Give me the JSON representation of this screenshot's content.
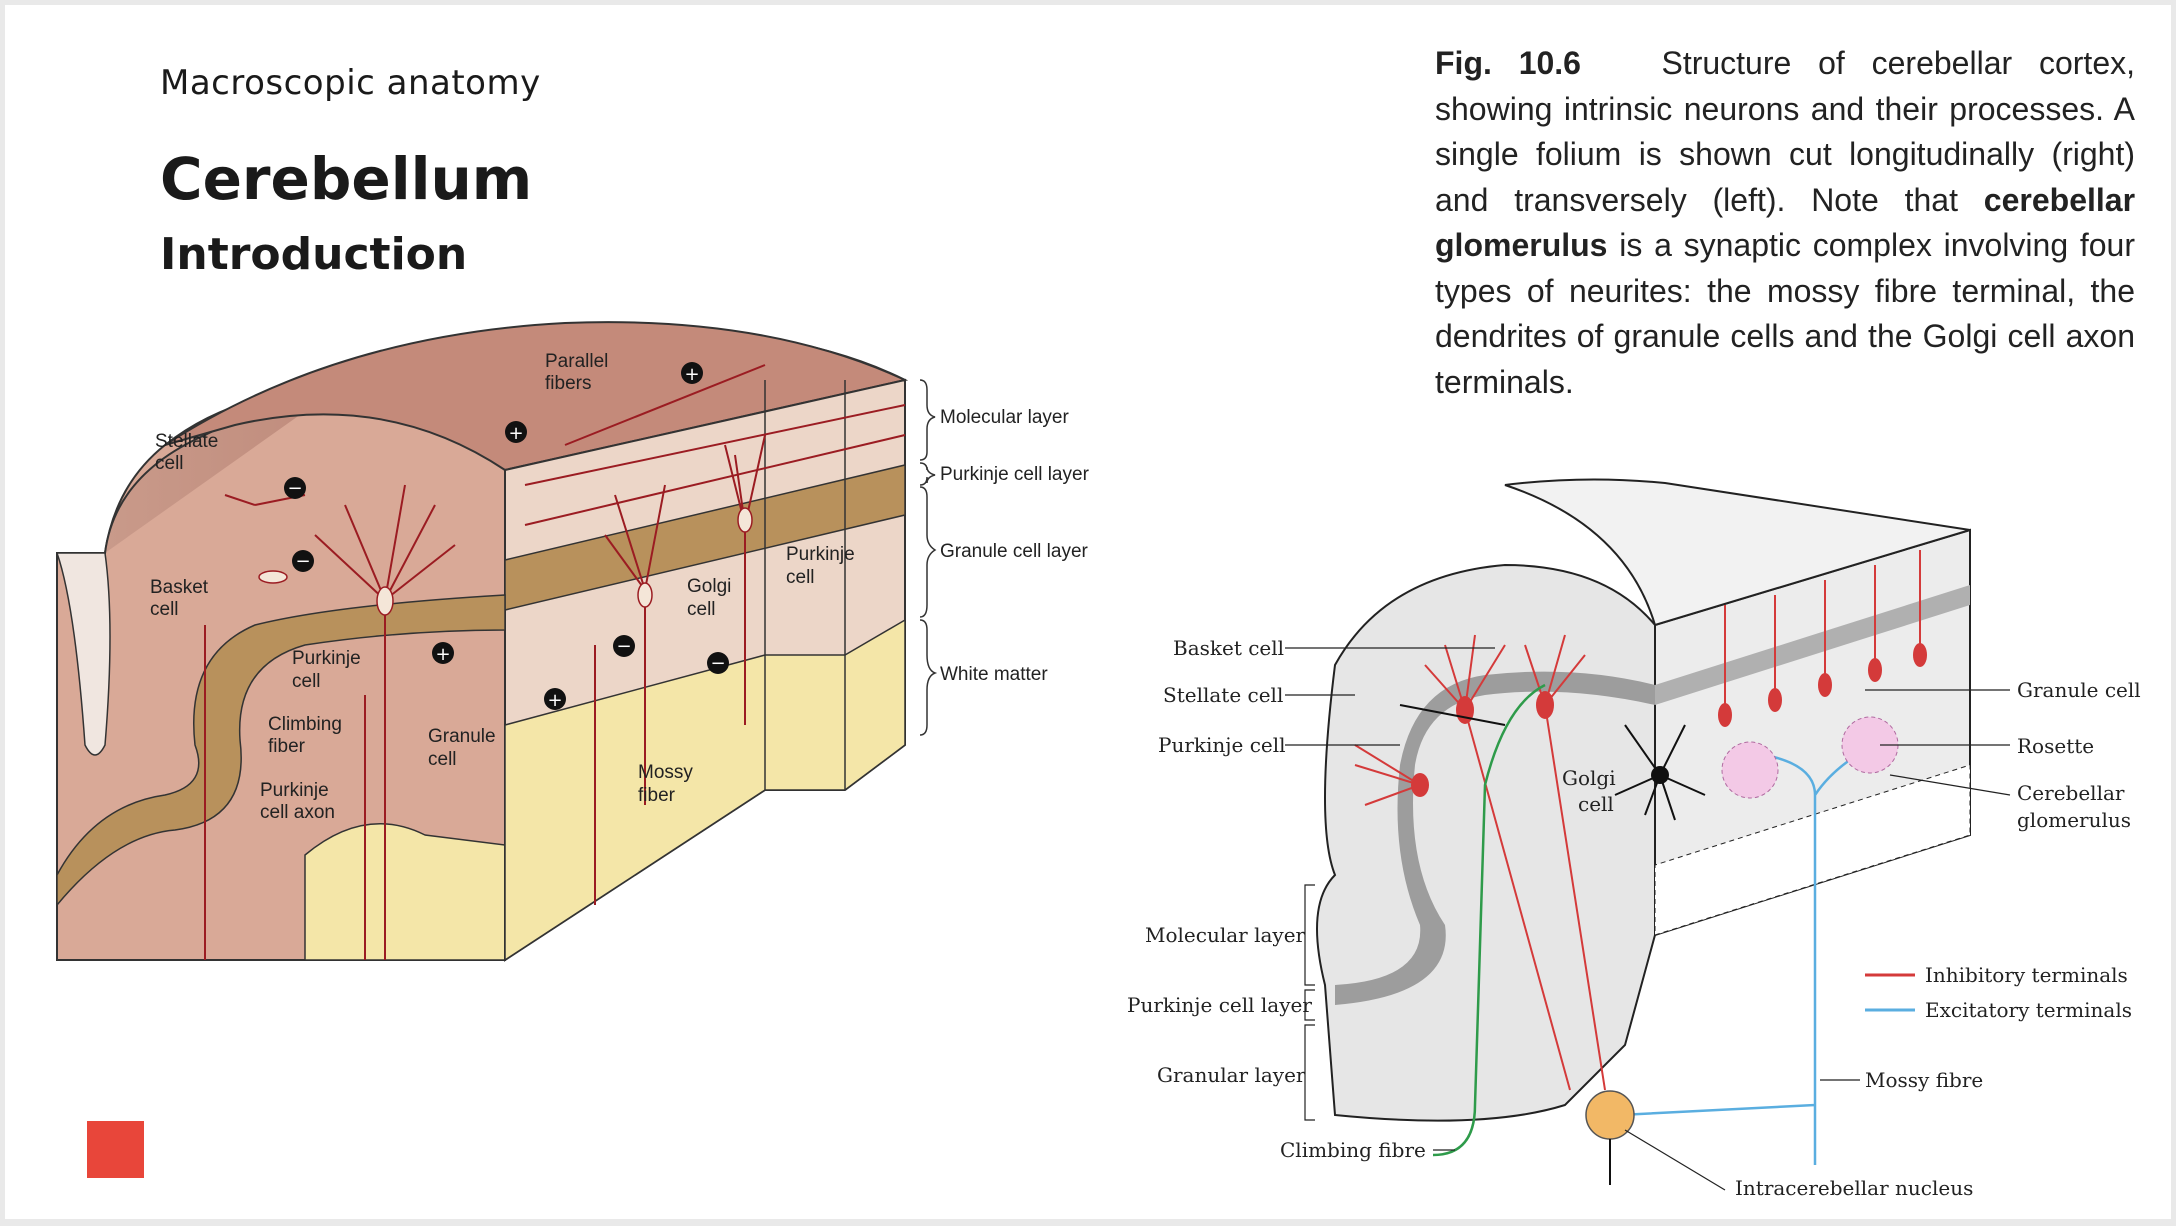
{
  "slide": {
    "subtitle": "Macroscopic anatomy",
    "title": "Cerebellum",
    "heading": "Introduction",
    "accent_color": "#e8463a"
  },
  "caption": {
    "fig_label": "Fig. 10.6",
    "text_part1": "Structure of cerebellar cortex, showing intrinsic neurons and their processes. A single folium is shown cut longitudinally (right) and transversely (left). Note that",
    "bold_term": "cerebellar glomerulus",
    "text_part2": "is a synaptic complex involving four types of neurites: the mossy fibre terminal, the dendrites of granule cells and the Golgi cell axon terminals."
  },
  "left_figure": {
    "labels": {
      "parallel_fibers": [
        "Parallel",
        "fibers"
      ],
      "stellate_cell": [
        "Stellate",
        "cell"
      ],
      "basket_cell": [
        "Basket",
        "cell"
      ],
      "purkinje_cell_a": [
        "Purkinje",
        "cell"
      ],
      "purkinje_cell_b": [
        "Purkinje",
        "cell"
      ],
      "golgi_cell": [
        "Golgi",
        "cell"
      ],
      "climbing_fiber": [
        "Climbing",
        "fiber"
      ],
      "granule_cell": [
        "Granule",
        "cell"
      ],
      "purkinje_cell_axon": [
        "Purkinje",
        "cell axon"
      ],
      "mossy_fiber": [
        "Mossy",
        "fiber"
      ],
      "molecular_layer": "Molecular layer",
      "purkinje_cell_layer": "Purkinje cell layer",
      "granule_cell_layer": "Granule cell layer",
      "white_matter": "White matter"
    },
    "colors": {
      "molecular": "#d9b3a3",
      "purkinje_layer": "#b8915c",
      "white_matter": "#f4e6a8",
      "neuron": "#9b1c22"
    }
  },
  "right_figure": {
    "labels": {
      "basket_cell": "Basket cell",
      "stellate_cell": "Stellate cell",
      "purkinje_cell": "Purkinje cell",
      "golgi_cell": [
        "Golgi",
        "cell"
      ],
      "granule_cell": "Granule cell",
      "rosette": "Rosette",
      "cerebellar_glomerulus": [
        "Cerebellar",
        "glomerulus"
      ],
      "molecular_layer": "Molecular layer",
      "purkinje_cell_layer": "Purkinje cell layer",
      "granular_layer": "Granular layer",
      "climbing_fibre": "Climbing fibre",
      "mossy_fibre": "Mossy fibre",
      "intracerebellar_nucleus": "Intracerebellar nucleus",
      "legend_inhibitory": "Inhibitory terminals",
      "legend_excitatory": "Excitatory terminals"
    },
    "colors": {
      "inhibitory": "#d43a3a",
      "excitatory": "#5aaee0",
      "climbing": "#2e9b4a",
      "nucleus": "#f2b866"
    }
  }
}
